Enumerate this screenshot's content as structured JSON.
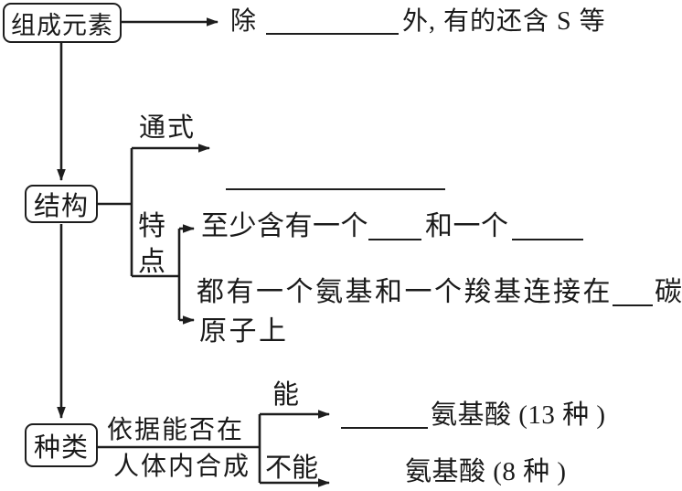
{
  "nodes": {
    "composition": "组成元素",
    "structure": "结构",
    "types": "种类"
  },
  "composition_branch": {
    "before_blank": "除",
    "after_blank": "外, 有的还含 S 等"
  },
  "structure_branch": {
    "general_formula_label": "通式",
    "features_label": {
      "char1": "特",
      "char2": "点"
    },
    "feature1": {
      "part1": "至少含有一个",
      "part2": "和一个"
    },
    "feature2": {
      "line1_before_blank": "都有一个氨基和一个羧基连接在",
      "line1_after_blank": "碳",
      "line2": "原子上"
    }
  },
  "types_branch": {
    "criterion_line1": "依据能否在",
    "criterion_line2": "人体内合成",
    "can_label": "能",
    "cannot_label": "不能",
    "can_result": "氨基酸 (13 种 )",
    "cannot_result": "氨基酸 (8 种 )"
  }
}
